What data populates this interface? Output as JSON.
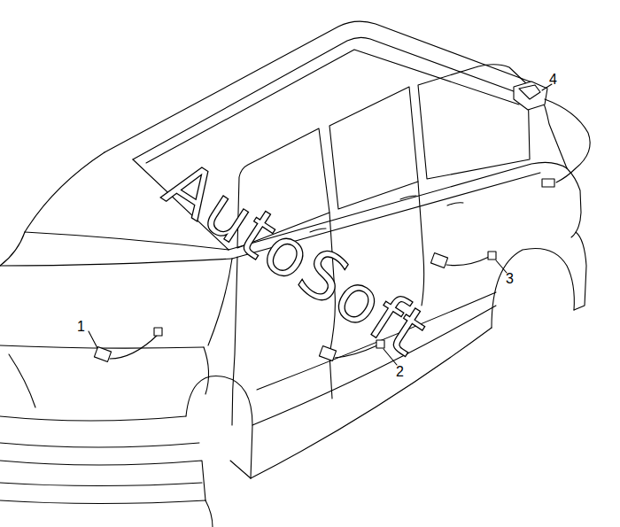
{
  "diagram": {
    "labels": [
      "1",
      "2",
      "3",
      "4",
      "AutoSoft"
    ]
  }
}
